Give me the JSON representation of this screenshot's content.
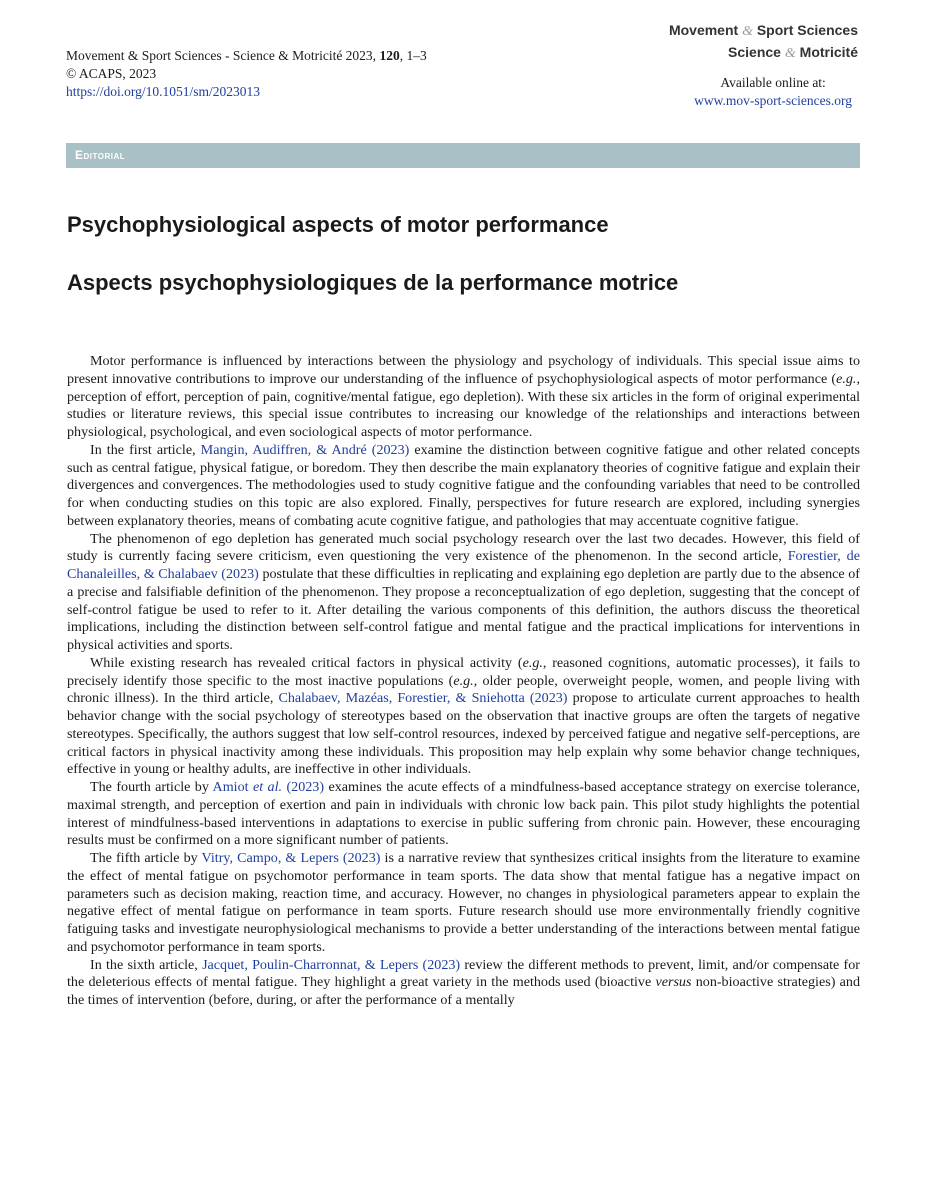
{
  "header": {
    "citation": "Movement & Sport Sciences - Science & Motricité 2023,",
    "volume": "120",
    "pages": ", 1–3",
    "copyright": "© ACAPS, 2023",
    "doi": "https://doi.org/10.1051/sm/2023013",
    "brand_line1_a": "Movement",
    "brand_amp": "&",
    "brand_line1_b": "Sport Sciences",
    "brand_line2_a": "Science",
    "brand_line2_b": "Motricité",
    "available_label": "Available online at:",
    "website": "www.mov-sport-sciences.org"
  },
  "section": {
    "label": "Editorial"
  },
  "titles": {
    "english": "Psychophysiological aspects of motor performance",
    "french": "Aspects psychophysiologiques de la performance motrice"
  },
  "paragraphs": {
    "p1": {
      "a": "Motor performance is influenced by interactions between the physiology and psychology of individuals. This special issue aims to present innovative contributions to improve our understanding of the influence of psychophysiological aspects of motor performance (",
      "eg": "e.g.",
      "b": ", perception of effort, perception of pain, cognitive/mental fatigue, ego depletion). With these six articles in the form of original experimental studies or literature reviews, this special issue contributes to increasing our knowledge of the relationships and interactions between physiological, psychological, and even sociological aspects of motor performance."
    },
    "p2": {
      "a": "In the first article, ",
      "ref": "Mangin, Audiffren, & André (2023)",
      "b": " examine the distinction between cognitive fatigue and other related concepts such as central fatigue, physical fatigue, or boredom. They then describe the main explanatory theories of cognitive fatigue and explain their divergences and convergences. The methodologies used to study cognitive fatigue and the confounding variables that need to be controlled for when conducting studies on this topic are also explored. Finally, perspectives for future research are explored, including synergies between explanatory theories, means of combating acute cognitive fatigue, and pathologies that may accentuate cognitive fatigue."
    },
    "p3": {
      "a": "The phenomenon of ego depletion has generated much social psychology research over the last two decades. However, this field of study is currently facing severe criticism, even questioning the very existence of the phenomenon. In the second article, ",
      "ref": "Forestier, de Chanaleilles, & Chalabaev (2023)",
      "b": " postulate that these difficulties in replicating and explaining ego depletion are partly due to the absence of a precise and falsifiable definition of the phenomenon. They propose a reconceptualization of ego depletion, suggesting that the concept of self-control fatigue be used to refer to it. After detailing the various components of this definition, the authors discuss the theoretical implications, including the distinction between self-control fatigue and mental fatigue and the practical implications for interventions in physical activities and sports."
    },
    "p4": {
      "a": "While existing research has revealed critical factors in physical activity (",
      "eg1": "e.g.",
      "b": ", reasoned cognitions, automatic processes), it fails to precisely identify those specific to the most inactive populations (",
      "eg2": "e.g.",
      "c": ", older people, overweight people, women, and people living with chronic illness). In the third article, ",
      "ref": "Chalabaev, Mazéas, Forestier, & Sniehotta (2023)",
      "d": " propose to articulate current approaches to health behavior change with the social psychology of stereotypes based on the observation that inactive groups are often the targets of negative stereotypes. Specifically, the authors suggest that low self-control resources, indexed by perceived fatigue and negative self-perceptions, are critical factors in physical inactivity among these individuals. This proposition may help explain why some behavior change techniques, effective in young or healthy adults, are ineffective in other individuals."
    },
    "p5": {
      "a": "The fourth article by ",
      "ref_a": "Amiot ",
      "ref_etal": "et al.",
      "ref_b": " (2023)",
      "b": " examines the acute effects of a mindfulness-based acceptance strategy on exercise tolerance, maximal strength, and perception of exertion and pain in individuals with chronic low back pain. This pilot study highlights the potential interest of mindfulness-based interventions in adaptations to exercise in public suffering from chronic pain. However, these encouraging results must be confirmed on a more significant number of patients."
    },
    "p6": {
      "a": "The fifth article by ",
      "ref": "Vitry, Campo, & Lepers (2023)",
      "b": " is a narrative review that synthesizes critical insights from the literature to examine the effect of mental fatigue on psychomotor performance in team sports. The data show that mental fatigue has a negative impact on parameters such as decision making, reaction time, and accuracy. However, no changes in physiological parameters appear to explain the negative effect of mental fatigue on performance in team sports. Future research should use more environmentally friendly cognitive fatiguing tasks and investigate neurophysiological mechanisms to provide a better understanding of the interactions between mental fatigue and psychomotor performance in team sports."
    },
    "p7": {
      "a": "In the sixth article, ",
      "ref": "Jacquet, Poulin-Charronnat, & Lepers (2023)",
      "b": " review the different methods to prevent, limit, and/or compensate for the deleterious effects of mental fatigue. They highlight a great variety in the methods used (bioactive ",
      "versus": "versus",
      "c": " non-bioactive strategies) and the times of intervention (before, during, or after the performance of a mentally"
    }
  }
}
